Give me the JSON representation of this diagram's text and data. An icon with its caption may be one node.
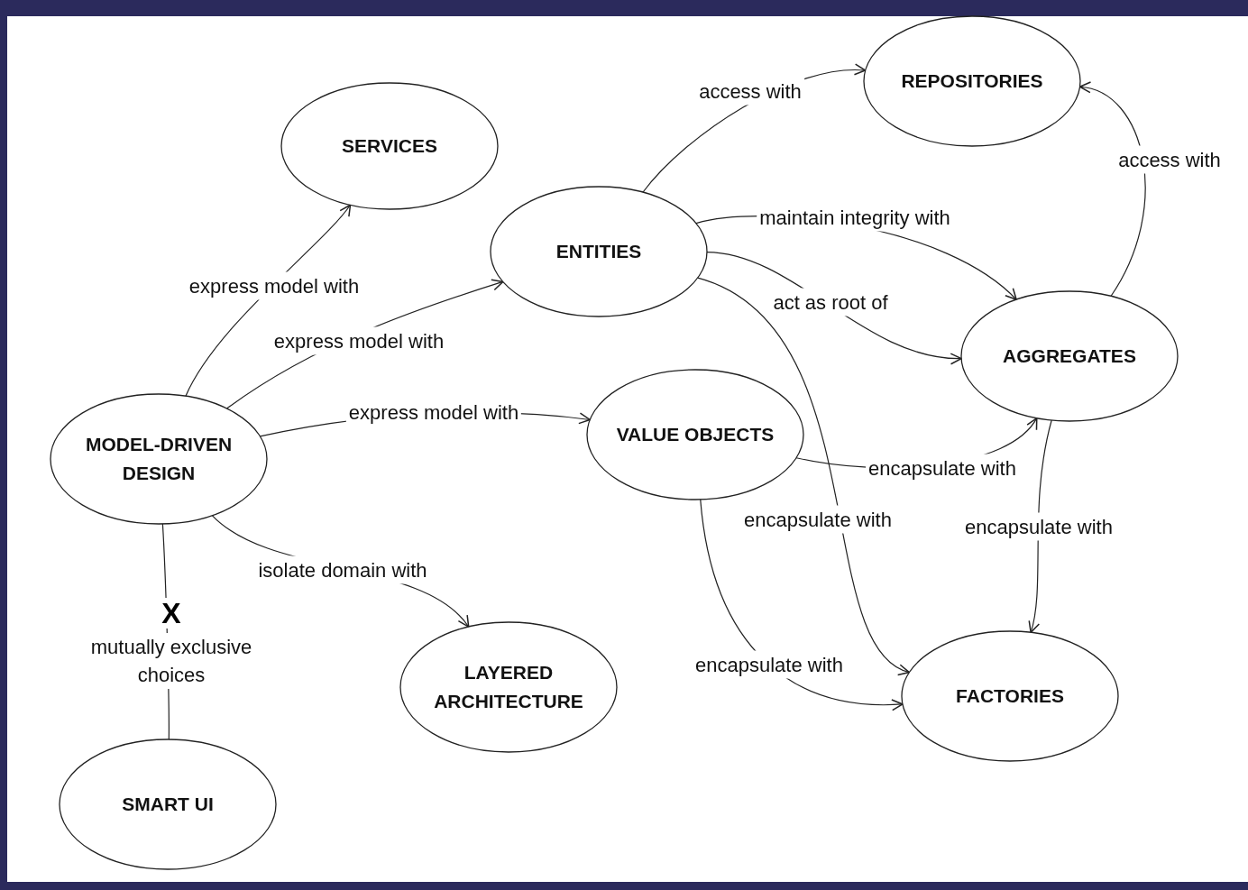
{
  "diagram": {
    "nodes": [
      {
        "text": [
          "SERVICES"
        ]
      },
      {
        "text": [
          "REPOSITORIES"
        ]
      },
      {
        "text": [
          "ENTITIES"
        ]
      },
      {
        "text": [
          "AGGREGATES"
        ]
      },
      {
        "text": [
          "MODEL-DRIVEN DESIGN"
        ]
      },
      {
        "text": [
          "VALUE OBJECTS"
        ]
      },
      {
        "text": [
          "LAYERED ARCHITECTURE"
        ]
      },
      {
        "text": [
          "FACTORIES"
        ]
      },
      {
        "text": [
          "SMART UI"
        ]
      }
    ],
    "edges": [
      {
        "from": 4,
        "to": 0,
        "arrow": "to",
        "label": "express model with"
      },
      {
        "from": 4,
        "to": 2,
        "arrow": "to",
        "label": "express model with"
      },
      {
        "from": 4,
        "to": 5,
        "arrow": "to",
        "label": "express model with"
      },
      {
        "from": 4,
        "to": 6,
        "arrow": "to",
        "label": "isolate domain with"
      },
      {
        "from": 4,
        "to": 8,
        "arrow": "none",
        "label": "mutually exclusive choices"
      },
      {
        "from": 2,
        "to": 1,
        "arrow": "to",
        "label": "access with"
      },
      {
        "from": 2,
        "to": 3,
        "arrow": "to",
        "label": "maintain integrity with"
      },
      {
        "from": 2,
        "to": 3,
        "arrow": "to",
        "label": "act as root of"
      },
      {
        "from": 2,
        "to": 7,
        "arrow": "to",
        "label": "encapsulate with"
      },
      {
        "from": 5,
        "to": 3,
        "arrow": "to",
        "label": "encapsulate with"
      },
      {
        "from": 5,
        "to": 7,
        "arrow": "to",
        "label": "encapsulate with"
      },
      {
        "from": 3,
        "to": 1,
        "arrow": "to",
        "label": "access with"
      },
      {
        "from": 3,
        "to": 7,
        "arrow": "to",
        "label": "encapsulate with"
      }
    ],
    "labels": [
      "X"
    ]
  }
}
